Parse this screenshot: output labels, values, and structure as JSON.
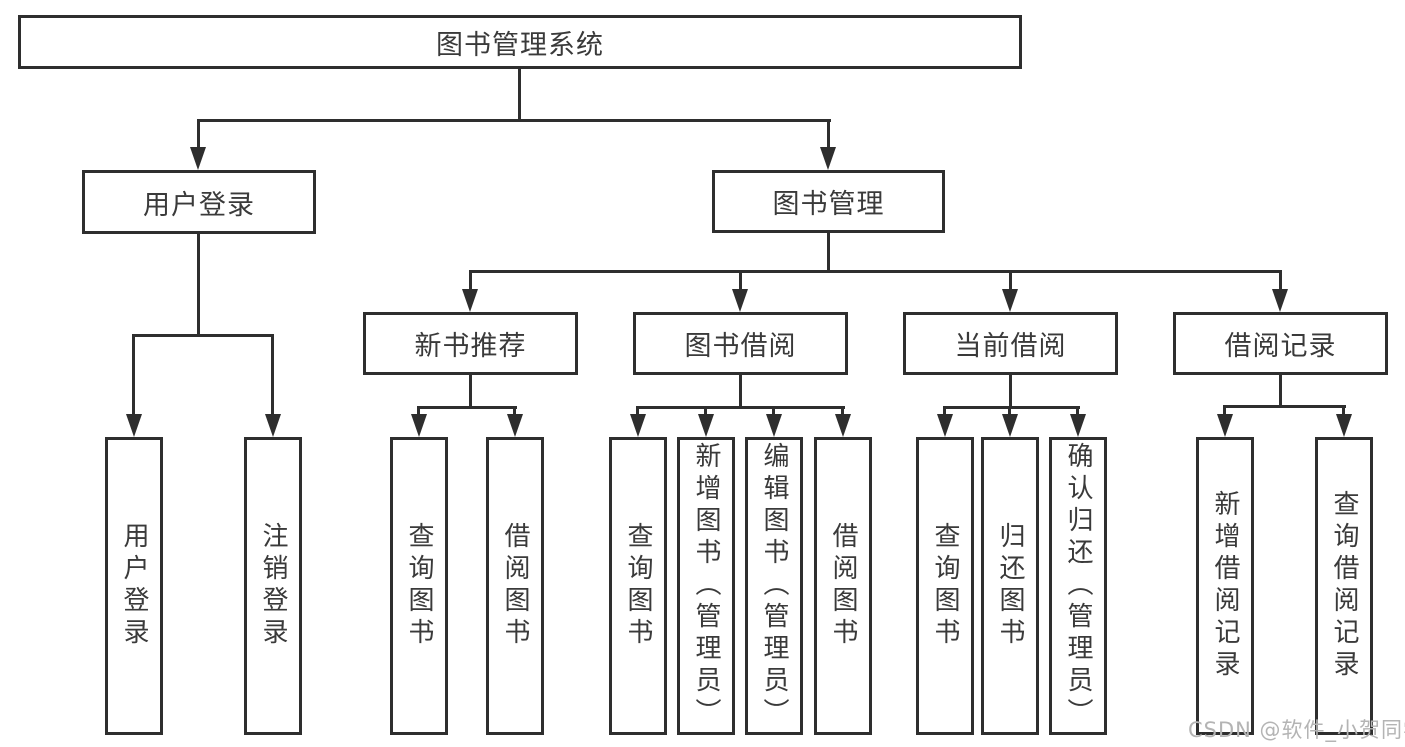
{
  "diagram_type": "hierarchy-tree",
  "tree": {
    "label": "图书管理系统",
    "children": [
      {
        "label": "用户登录",
        "children": [
          {
            "label": "用户登录"
          },
          {
            "label": "注销登录"
          }
        ]
      },
      {
        "label": "图书管理",
        "children": [
          {
            "label": "新书推荐",
            "children": [
              {
                "label": "查询图书"
              },
              {
                "label": "借阅图书"
              }
            ]
          },
          {
            "label": "图书借阅",
            "children": [
              {
                "label": "查询图书"
              },
              {
                "label": "新增图书（管理员）"
              },
              {
                "label": "编辑图书（管理员）"
              },
              {
                "label": "借阅图书"
              }
            ]
          },
          {
            "label": "当前借阅",
            "children": [
              {
                "label": "查询图书"
              },
              {
                "label": "归还图书"
              },
              {
                "label": "确认归还（管理员）"
              }
            ]
          },
          {
            "label": "借阅记录",
            "children": [
              {
                "label": "新增借阅记录"
              },
              {
                "label": "查询借阅记录"
              }
            ]
          }
        ]
      }
    ]
  },
  "watermark": {
    "text": "CSDN @软件_小贺同学",
    "color": "#b4b4b4"
  },
  "colors": {
    "line": "#2e2e2e",
    "text": "#3a3a3a",
    "background": "#ffffff"
  }
}
